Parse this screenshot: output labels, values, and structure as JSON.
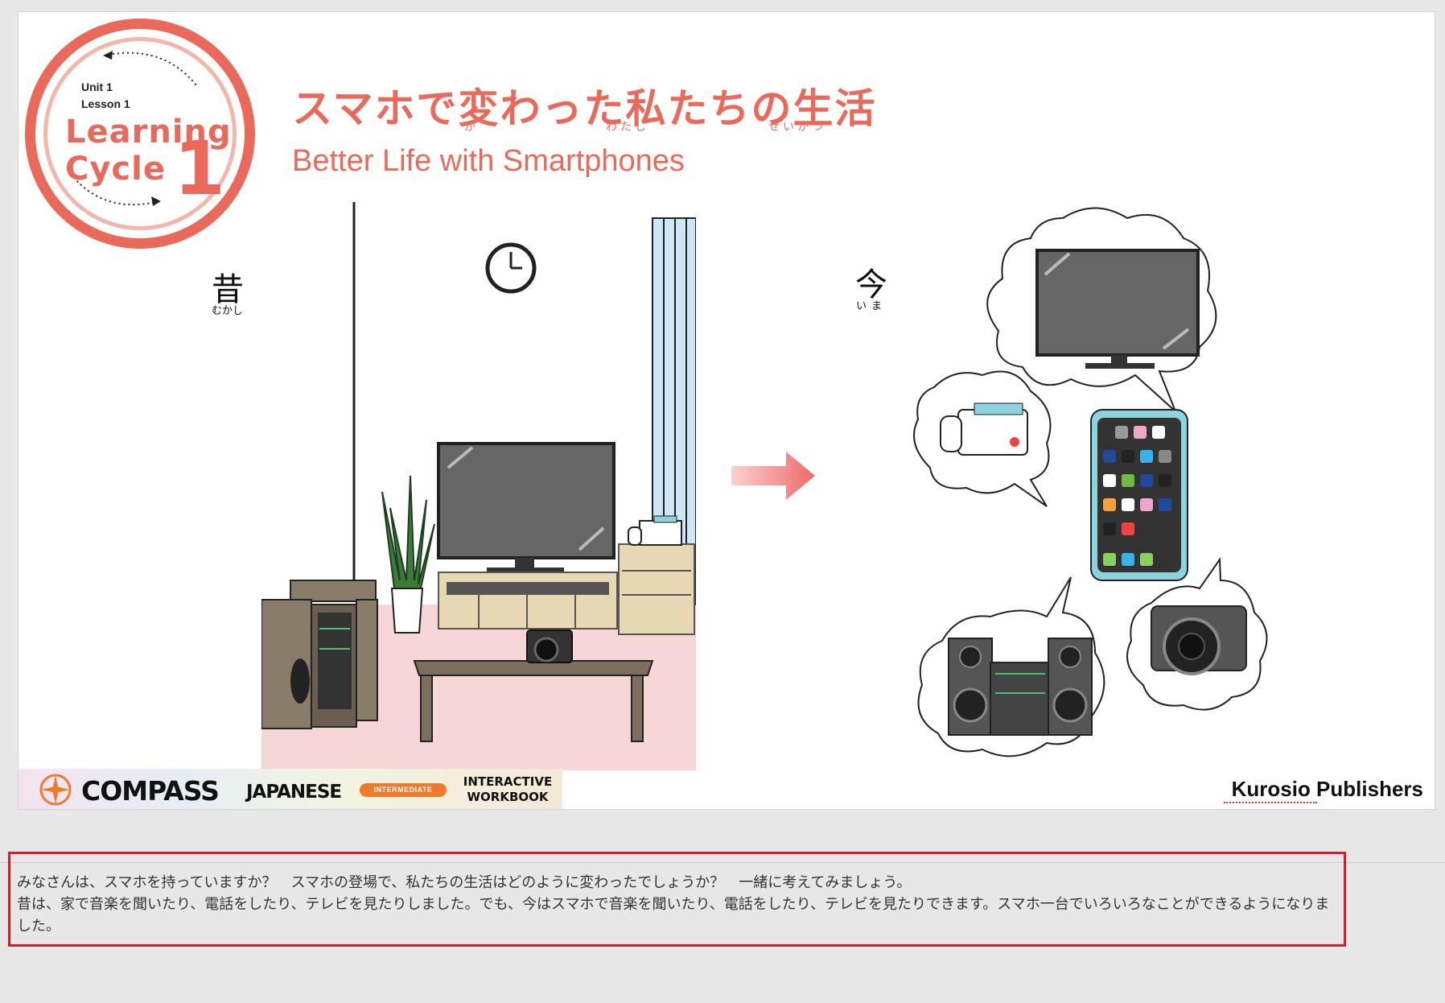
{
  "badge": {
    "unit": "Unit 1",
    "lesson": "Lesson 1",
    "line1": "Learning",
    "line2": "Cycle",
    "number": "1"
  },
  "title": {
    "jp": "スマホで変わった私たちの生活",
    "ruby_ka": "か",
    "ruby_watashi": "わたし",
    "ruby_seikatsu": "せいかつ",
    "en": "Better Life with Smartphones"
  },
  "labels": {
    "past": "昔",
    "past_ruby": "むかし",
    "now": "今",
    "now_ruby": "いま"
  },
  "banner": {
    "compass": "COMPASS",
    "japanese": "JAPANESE",
    "level": "INTERMEDIATE",
    "workbook": "INTERACTIVE WORKBOOK"
  },
  "publisher": "Kurosio Publishers",
  "notes": {
    "line1": "みなさんは、スマホを持っていますか？　スマホの登場で、私たちの生活はどのように変わったでしょうか？　一緒に考えてみましょう。",
    "line2": "昔は、家で音楽を聞いたり、電話をしたり、テレビを見たりしました。でも、今はスマホで音楽を聞いたり、電話をしたり、テレビを見たりできます。スマホ一台でいろいろなことができるようになりました。"
  },
  "colors": {
    "accent": "#e96a5a",
    "accent_light": "#f2b6ac",
    "notes_border": "#d0202a",
    "floor": "#f6d6d6",
    "curtain": "#cfe6f7"
  },
  "icons": [
    "learning-cycle-badge",
    "wall-clock-icon",
    "television-icon",
    "landline-phone-icon",
    "stereo-icon",
    "camera-icon",
    "smartphone-icon",
    "arrow-right-icon",
    "compass-logo-icon"
  ]
}
